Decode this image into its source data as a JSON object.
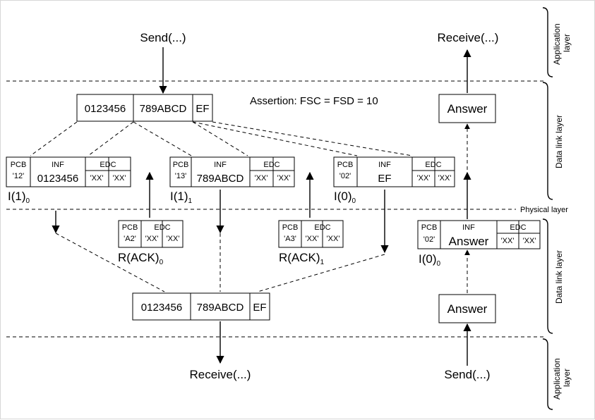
{
  "top_send": "Send(...)",
  "top_receive": "Receive(...)",
  "bottom_receive": "Receive(...)",
  "bottom_send": "Send(...)",
  "assertion": "Assertion: FSC = FSD = 10",
  "physical_layer": "Physical layer",
  "layers": {
    "application_top": [
      "Application",
      "layer"
    ],
    "data_link_top": "Data link layer",
    "data_link_bottom": "Data link layer",
    "application_bottom": [
      "Application",
      "layer"
    ]
  },
  "source_message": [
    "0123456",
    "789ABCD",
    "EF"
  ],
  "received_message": [
    "0123456",
    "789ABCD",
    "EF"
  ],
  "answer_top": "Answer",
  "answer_bottom": "Answer",
  "frame_labels": {
    "pcb": "PCB",
    "inf": "INF",
    "edc": "EDC",
    "edc_value": "'XX'"
  },
  "i_blocks": [
    {
      "pcb": "'12'",
      "inf": "0123456",
      "name": "I(1)",
      "sub": "0"
    },
    {
      "pcb": "'13'",
      "inf": "789ABCD",
      "name": "I(1)",
      "sub": "1"
    },
    {
      "pcb": "'02'",
      "inf": "EF",
      "name": "I(0)",
      "sub": "0"
    }
  ],
  "r_blocks": [
    {
      "pcb": "'A2'",
      "name": "R(ACK)",
      "sub": "0"
    },
    {
      "pcb": "'A3'",
      "name": "R(ACK)",
      "sub": "1"
    }
  ],
  "answer_block": {
    "pcb": "'02'",
    "inf": "Answer",
    "name": "I(0)",
    "sub": "0"
  }
}
